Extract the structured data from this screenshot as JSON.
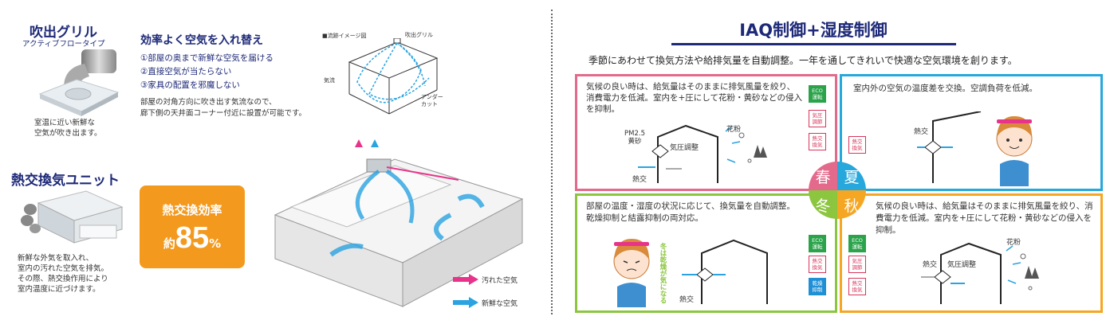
{
  "left": {
    "grille": {
      "title": "吹出グリル",
      "subtitle": "アクティブフロータイプ",
      "caption": [
        "室温に近い新鮮な",
        "空気が吹き出ます。"
      ]
    },
    "airflow": {
      "heading": "効率よく空気を入れ替え",
      "points": [
        "①部屋の奥まで新鮮な空気を届ける",
        "②直接空気が当たらない",
        "③家具の配置を邪魔しない"
      ],
      "desc": [
        "部屋の対角方向に吹き出す気流なので、",
        "廊下側の天井面コーナー付近に設置が可能です。"
      ],
      "diagram_title": "■流跡イメージ図",
      "label_grille": "吹出グリル",
      "label_flow": "気流",
      "label_undercut": [
        "アンダー",
        "カット"
      ]
    },
    "unit": {
      "title": "熱交換気ユニット",
      "caption": [
        "新鮮な外気を取入れ、",
        "室内の汚れた空気を排気。",
        "その際、熱交換作用により",
        "室内温度に近づけます。"
      ]
    },
    "efficiency": {
      "label": "熱交換効率",
      "prefix": "約",
      "value": "85",
      "unit": "%"
    },
    "legend": {
      "dirty": "汚れた空気",
      "fresh": "新鮮な空気"
    }
  },
  "right": {
    "title": "IAQ制御+湿度制御",
    "subtitle": "季節にあわせて換気方法や給排気量を自動調整。一年を通してきれいで快適な空気環境を創ります。",
    "seasons": {
      "spring": "春",
      "summer": "夏",
      "winter": "冬",
      "autumn": "秋"
    },
    "badges": {
      "eco": [
        "ECO",
        "運転"
      ],
      "pressure": [
        "気圧",
        "調節"
      ],
      "heat": [
        "熱交",
        "換気"
      ],
      "dry": [
        "乾燥",
        "抑制"
      ]
    },
    "spring": {
      "text": "気候の良い時は、給気量はそのままに排気風量を絞り、消費電力を低減。室内を+圧にして花粉・黄砂などの侵入を抑制。",
      "pm": "PM2.5",
      "sand": "黄砂",
      "pressure": "気圧調整",
      "pollen": "花粉",
      "heat": "熱交"
    },
    "summer": {
      "text": "室内外の空気の温度差を交換。空調負荷を低減。",
      "heat": "熱交"
    },
    "winter": {
      "text": "部屋の温度・湿度の状況に応じて、換気量を自動調整。乾燥抑制と結露抑制の両対応。",
      "dry_note": [
        "冬は乾燥が",
        "気になる"
      ],
      "heat": "熱交"
    },
    "autumn": {
      "text": "気候の良い時は、給気量はそのままに排気風量を絞り、消費電力を低減。室内を+圧にして花粉・黄砂などの侵入を抑制。",
      "pollen": "花粉",
      "heat": "熱交",
      "pressure": "気圧調整"
    }
  },
  "colors": {
    "navy": "#1e2a78",
    "spring": "#e36a8b",
    "summer": "#26a8dc",
    "winter": "#8cc63f",
    "autumn": "#f5a623",
    "orange": "#f39a1e",
    "pink": "#e8338a",
    "blue": "#2aa3e0"
  }
}
